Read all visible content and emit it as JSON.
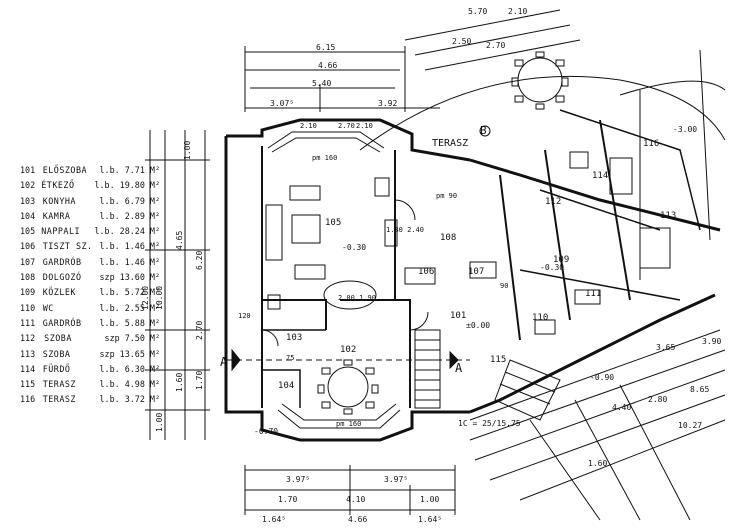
{
  "legend": [
    {
      "num": "101",
      "name": "ELŐSZOBA",
      "area": "l.b. 7.71 M²"
    },
    {
      "num": "102",
      "name": "ÉTKEZŐ",
      "area": "l.b. 19.80 M²"
    },
    {
      "num": "103",
      "name": "KONYHA",
      "area": "l.b. 6.79 M²"
    },
    {
      "num": "104",
      "name": "KAMRA",
      "area": "l.b. 2.89 M²"
    },
    {
      "num": "105",
      "name": "NAPPALI",
      "area": "l.b. 28.24 M²"
    },
    {
      "num": "106",
      "name": "TISZT SZ.",
      "area": "l.b. 1.46 M²"
    },
    {
      "num": "107",
      "name": "GARDRÓB",
      "area": "l.b. 1.46 M²"
    },
    {
      "num": "108",
      "name": "DOLGOZÓ",
      "area": "szp 13.60 M²"
    },
    {
      "num": "109",
      "name": "KÖZLEK",
      "area": "l.b. 5.72 M²"
    },
    {
      "num": "110",
      "name": "WC",
      "area": "l.b. 2.55 M²"
    },
    {
      "num": "111",
      "name": "GARDRÓB",
      "area": "l.b. 5.88 M²"
    },
    {
      "num": "112",
      "name": "SZOBA",
      "area": "szp 7.50 M²"
    },
    {
      "num": "113",
      "name": "SZOBA",
      "area": "szp 13.65 M²"
    },
    {
      "num": "114",
      "name": "FÜRDŐ",
      "area": "l.b. 6.30 M²"
    },
    {
      "num": "115",
      "name": "TERASZ",
      "area": "l.b. 4.98 M²"
    },
    {
      "num": "116",
      "name": "TERASZ",
      "area": "l.b. 3.72 M²"
    }
  ],
  "plan": {
    "terasz_label": "TERASZ",
    "section_a_left": "A",
    "section_a_right": "A",
    "section_b": "B",
    "stair_note": "1C = 25/15.75",
    "rooms": [
      "101",
      "102",
      "103",
      "104",
      "105",
      "106",
      "107",
      "108",
      "109",
      "110",
      "111",
      "112",
      "113",
      "114",
      "115",
      "116"
    ],
    "levels": {
      "main": "-0.30",
      "entry": "±0.00",
      "terrace": "-3.00",
      "bath": "-0.30",
      "outside": "-0.70",
      "lower": "-0.90"
    },
    "dims_top": [
      "6.15",
      "4.66",
      "5.40",
      "3.07⁵",
      "3.92",
      "2.70",
      "2.10",
      "2.10"
    ],
    "dims_top_right": [
      "5.70",
      "2.50",
      "2.70",
      "2.10"
    ],
    "dims_bottom": [
      "3.97⁵",
      "3.97⁵",
      "1.70",
      "4.10",
      "1.00",
      "1.64⁵",
      "4.66",
      "1.64⁵"
    ],
    "dims_left": [
      "1.00",
      "4.65",
      "6.20",
      "10.00",
      "12.00",
      "2.70",
      "1.70",
      "1.60",
      "1.00"
    ],
    "dims_right": [
      "3.65",
      "3.90",
      "2.80",
      "4.40",
      "8.65",
      "10.27",
      "1.60"
    ],
    "small_labels": [
      "pm 160",
      "pm 90",
      "pm 160",
      "1.80 2.40",
      "2.00 1.90",
      "120",
      "90",
      "75"
    ]
  }
}
